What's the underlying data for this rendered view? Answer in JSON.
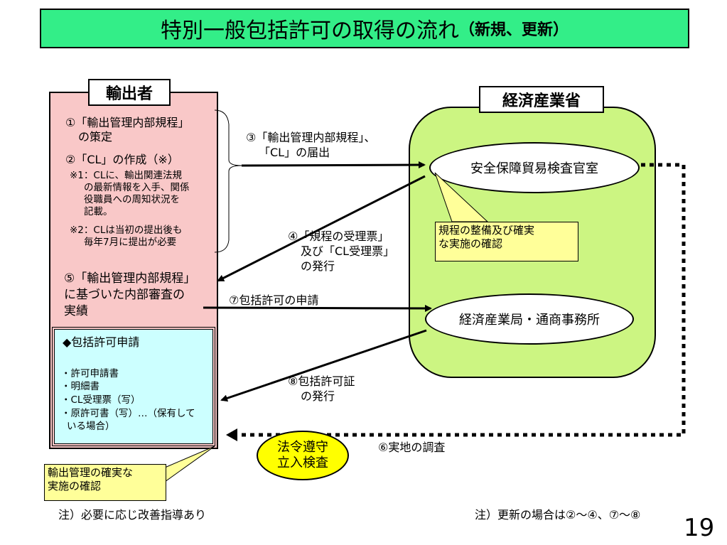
{
  "title": {
    "main": "特別一般包括許可の取得の流れ",
    "sub": "（新規、更新）"
  },
  "exporter": {
    "label": "輸出者",
    "step1_a": "①「輸出管理内部規程」",
    "step1_b": "の策定",
    "step2": "②「CL」の作成（※）",
    "note1_a": "※1：CLに、輸出関連法規",
    "note1_b": "の最新情報を入手、関係",
    "note1_c": "役職員への周知状況を",
    "note1_d": "記載。",
    "note2_a": "※2：CLは当初の提出後も",
    "note2_b": "毎年7月に提出が必要",
    "step5_a": "⑤「輸出管理内部規程」",
    "step5_b": "に基づいた内部審査の",
    "step5_c": "実績",
    "apply": {
      "heading": "◆包括許可申請",
      "items": [
        "・許可申請書",
        "・明細書",
        "・CL受理票（写）",
        "・原許可書（写）…（保有して",
        "いる場合）"
      ]
    }
  },
  "ministry": {
    "label": "経済産業省",
    "office1": "安全保障貿易検査官室",
    "office2": "経済産業局・通商事務所"
  },
  "arrows": {
    "a3_a": "③「輸出管理内部規程」、",
    "a3_b": "「CL」の届出",
    "a4_a": "④「規程の受理票」",
    "a4_b": "及び「CL受理票」",
    "a4_c": "の発行",
    "a7": "⑦包括許可の申請",
    "a8_a": "⑧包括許可証",
    "a8_b": "の発行",
    "a6": "⑥実地の調査"
  },
  "callouts": {
    "ministry_a": "規程の整備及び確実",
    "ministry_b": "な実施の確認",
    "exporter_a": "輸出管理の確実な",
    "exporter_b": "実施の確認"
  },
  "inspection": {
    "line1": "法令遵守",
    "line2": "立入検査"
  },
  "footer": {
    "note_left": "注）必要に応じ改善指導あり",
    "note_right": "注）更新の場合は②～④、⑦～⑧",
    "page": "19"
  }
}
